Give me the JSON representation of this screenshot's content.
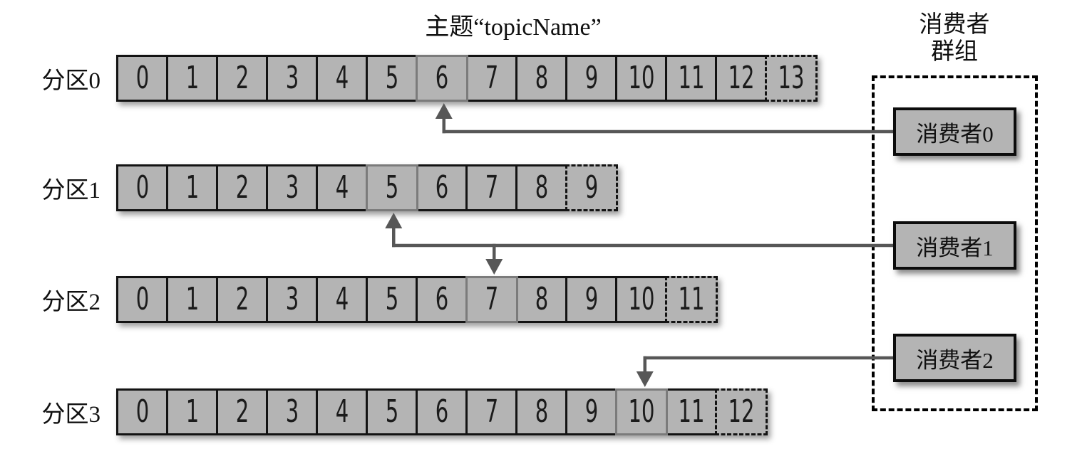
{
  "title": "主题“topicName”",
  "consumer_group": {
    "label_line1": "消费者",
    "label_line2": "群组",
    "consumers": [
      {
        "label": "消费者0"
      },
      {
        "label": "消费者1"
      },
      {
        "label": "消费者2"
      }
    ]
  },
  "partitions": [
    {
      "label": "分区0",
      "cells": [
        "0",
        "1",
        "2",
        "3",
        "4",
        "5",
        "6",
        "7",
        "8",
        "9",
        "10",
        "11",
        "12",
        "13"
      ],
      "highlight_index": 6,
      "pending_index": 13
    },
    {
      "label": "分区1",
      "cells": [
        "0",
        "1",
        "2",
        "3",
        "4",
        "5",
        "6",
        "7",
        "8",
        "9"
      ],
      "highlight_index": 5,
      "pending_index": 9
    },
    {
      "label": "分区2",
      "cells": [
        "0",
        "1",
        "2",
        "3",
        "4",
        "5",
        "6",
        "7",
        "8",
        "9",
        "10",
        "11"
      ],
      "highlight_index": 7,
      "pending_index": 11
    },
    {
      "label": "分区3",
      "cells": [
        "0",
        "1",
        "2",
        "3",
        "4",
        "5",
        "6",
        "7",
        "8",
        "9",
        "10",
        "11",
        "12"
      ],
      "highlight_index": 10,
      "pending_index": 12
    }
  ],
  "assignments": [
    {
      "consumer_index": 0,
      "targets": [
        {
          "partition_index": 0,
          "cell_index": 6
        }
      ]
    },
    {
      "consumer_index": 1,
      "targets": [
        {
          "partition_index": 1,
          "cell_index": 5
        },
        {
          "partition_index": 2,
          "cell_index": 7
        }
      ]
    },
    {
      "consumer_index": 2,
      "targets": [
        {
          "partition_index": 3,
          "cell_index": 10
        }
      ]
    }
  ],
  "colors": {
    "cell_fill": "#b4b4b4",
    "cell_border": "#131313",
    "highlight_border": "#7b7b7b",
    "pending_border_style": "dashed",
    "connector": "#575757",
    "consumer_border": "#0c0c0c",
    "group_border": "#000000",
    "background": "#ffffff",
    "text": "#101010"
  }
}
